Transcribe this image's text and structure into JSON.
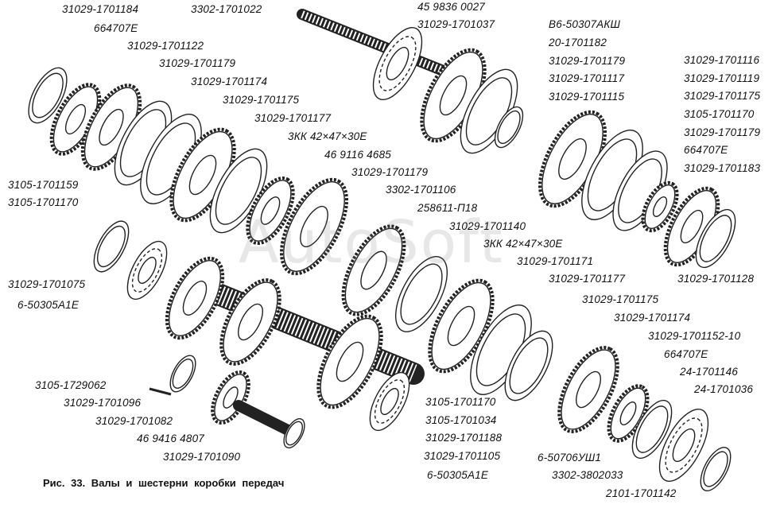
{
  "figure": {
    "caption": "Рис. 33. Валы и шестерни коробки передач",
    "watermark": "AutoSoft"
  },
  "labels": [
    "31029-1701184",
    "664707E",
    "31029-1701122",
    "31029-1701179",
    "31029-1701174",
    "31029-1701175",
    "31029-1701177",
    "3КК 42×47×30Е",
    "46 9116 4685",
    "31029-1701179",
    "3302-1701106",
    "258611-П18",
    "31029-1701140",
    "3КК 42×47×30Е",
    "31029-1701171",
    "31029-1701177",
    "31029-1701175",
    "31029-1701174",
    "31029-1701152-10",
    "664707Е",
    "24-1701146",
    "24-1701036",
    "3105-1701159",
    "3105-1701170",
    "31029-1701075",
    "6-50305А1Е",
    "3105-1729062",
    "31029-1701096",
    "31029-1701082",
    "46 9416 4807",
    "31029-1701090",
    "3302-1701022",
    "45 9836 0027",
    "31029-1701037",
    "В6-50307АКШ",
    "20-1701182",
    "31029-1701179",
    "31029-1701117",
    "31029-1701115",
    "31029-1701116",
    "31029-1701119",
    "31029-1701175",
    "3105-1701170",
    "31029-1701179",
    "664707Е",
    "31029-1701183",
    "31029-1701128",
    "3105-1701170",
    "3105-1701034",
    "31029-1701188",
    "31029-1701105",
    "6-50305А1Е",
    "6-50706УШ1",
    "3302-3802033",
    "2101-1701142"
  ]
}
